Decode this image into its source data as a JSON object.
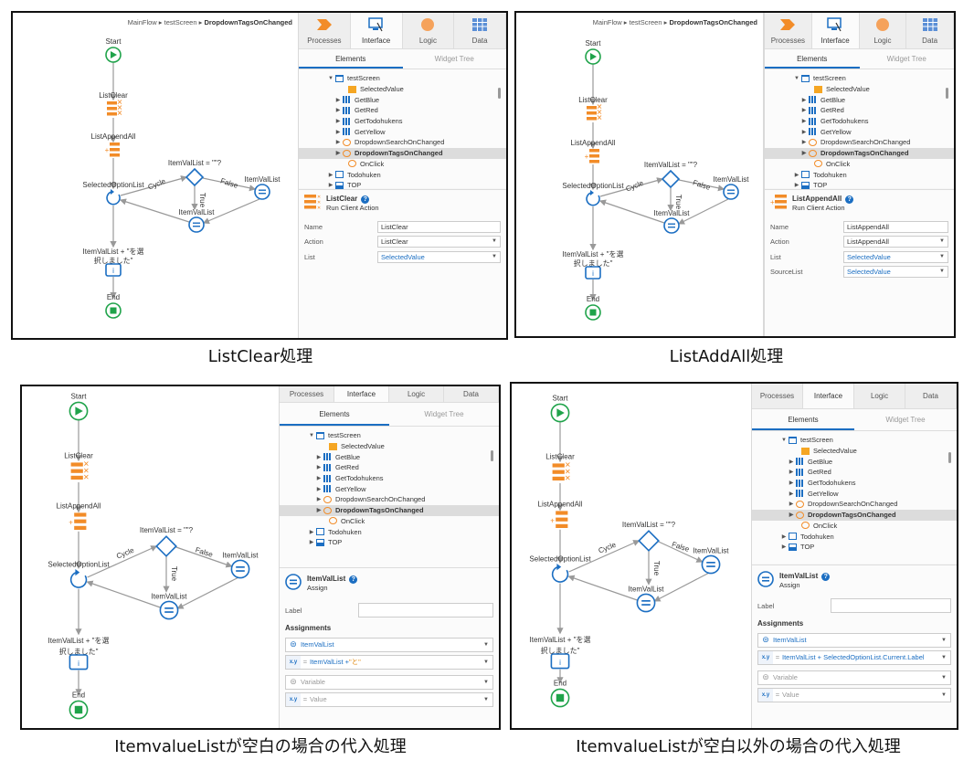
{
  "captions": [
    "ListClear処理",
    "ListAddAll処理",
    "ItemvalueListが空白の場合の代入処理",
    "ItemvalueListが空白以外の場合の代入処理"
  ],
  "breadcrumb": {
    "a": "MainFlow",
    "b": "testScreen",
    "c": "DropdownTagsOnChanged",
    "sep": "▸"
  },
  "tabs": [
    "Processes",
    "Interface",
    "Logic",
    "Data"
  ],
  "subtabs": [
    "Elements",
    "Widget Tree"
  ],
  "tree": {
    "root": "testScreen",
    "selected_value": "SelectedValue",
    "items": [
      "GetBlue",
      "GetRed",
      "GetTodohukens",
      "GetYellow"
    ],
    "actions": [
      "DropdownSearchOnChanged",
      "DropdownTagsOnChanged",
      "OnClick"
    ],
    "after": [
      "Todohuken",
      "TOP"
    ]
  },
  "flow": {
    "start": "Start",
    "list_clear": "ListClear",
    "list_append": "ListAppendAll",
    "condition": "ItemValList = \"\"?",
    "cycle": "Cycle",
    "false": "False",
    "true": "True",
    "for_each": "SelectedOptionList",
    "assign_false": "ItemValList",
    "assign_true": "ItemValList",
    "message_1": "ItemValList + \"を選",
    "message_2": "択しました\"",
    "end": "End"
  },
  "panel1": {
    "name": "ListClear",
    "sub": "Run Client Action",
    "rows": [
      {
        "label": "Name",
        "value": "ListClear",
        "blue": false,
        "dd": false
      },
      {
        "label": "Action",
        "value": "ListClear",
        "blue": false,
        "dd": true
      },
      {
        "label": "List",
        "value": "SelectedValue",
        "blue": true,
        "dd": true
      }
    ]
  },
  "panel2": {
    "name": "ListAppendAll",
    "sub": "Run Client Action",
    "rows": [
      {
        "label": "Name",
        "value": "ListAppendAll",
        "blue": false,
        "dd": false
      },
      {
        "label": "Action",
        "value": "ListAppendAll",
        "blue": false,
        "dd": true
      },
      {
        "label": "List",
        "value": "SelectedValue",
        "blue": true,
        "dd": true
      },
      {
        "label": "SourceList",
        "value": "SelectedValue",
        "blue": true,
        "dd": true
      }
    ]
  },
  "panel3": {
    "name": "ItemValList",
    "sub": "Assign",
    "label": "Label",
    "assignments": "Assignments",
    "var1": "ItemValList",
    "val1a": "ItemValList + ",
    "val1b": "\"と\"",
    "var2": "Variable",
    "val2": "Value",
    "xy": "x.y",
    "eq": "="
  },
  "panel4": {
    "name": "ItemValList",
    "sub": "Assign",
    "label": "Label",
    "assignments": "Assignments",
    "var1": "ItemValList",
    "val1": "ItemValList + SelectedOptionList.Current.Label",
    "var2": "Variable",
    "val2": "Value",
    "xy": "x.y",
    "eq": "="
  },
  "colors": {
    "accent": "#1b6ec2",
    "start": "#1fa34a",
    "action": "#f28c28",
    "condition": "#1b6ec2"
  }
}
